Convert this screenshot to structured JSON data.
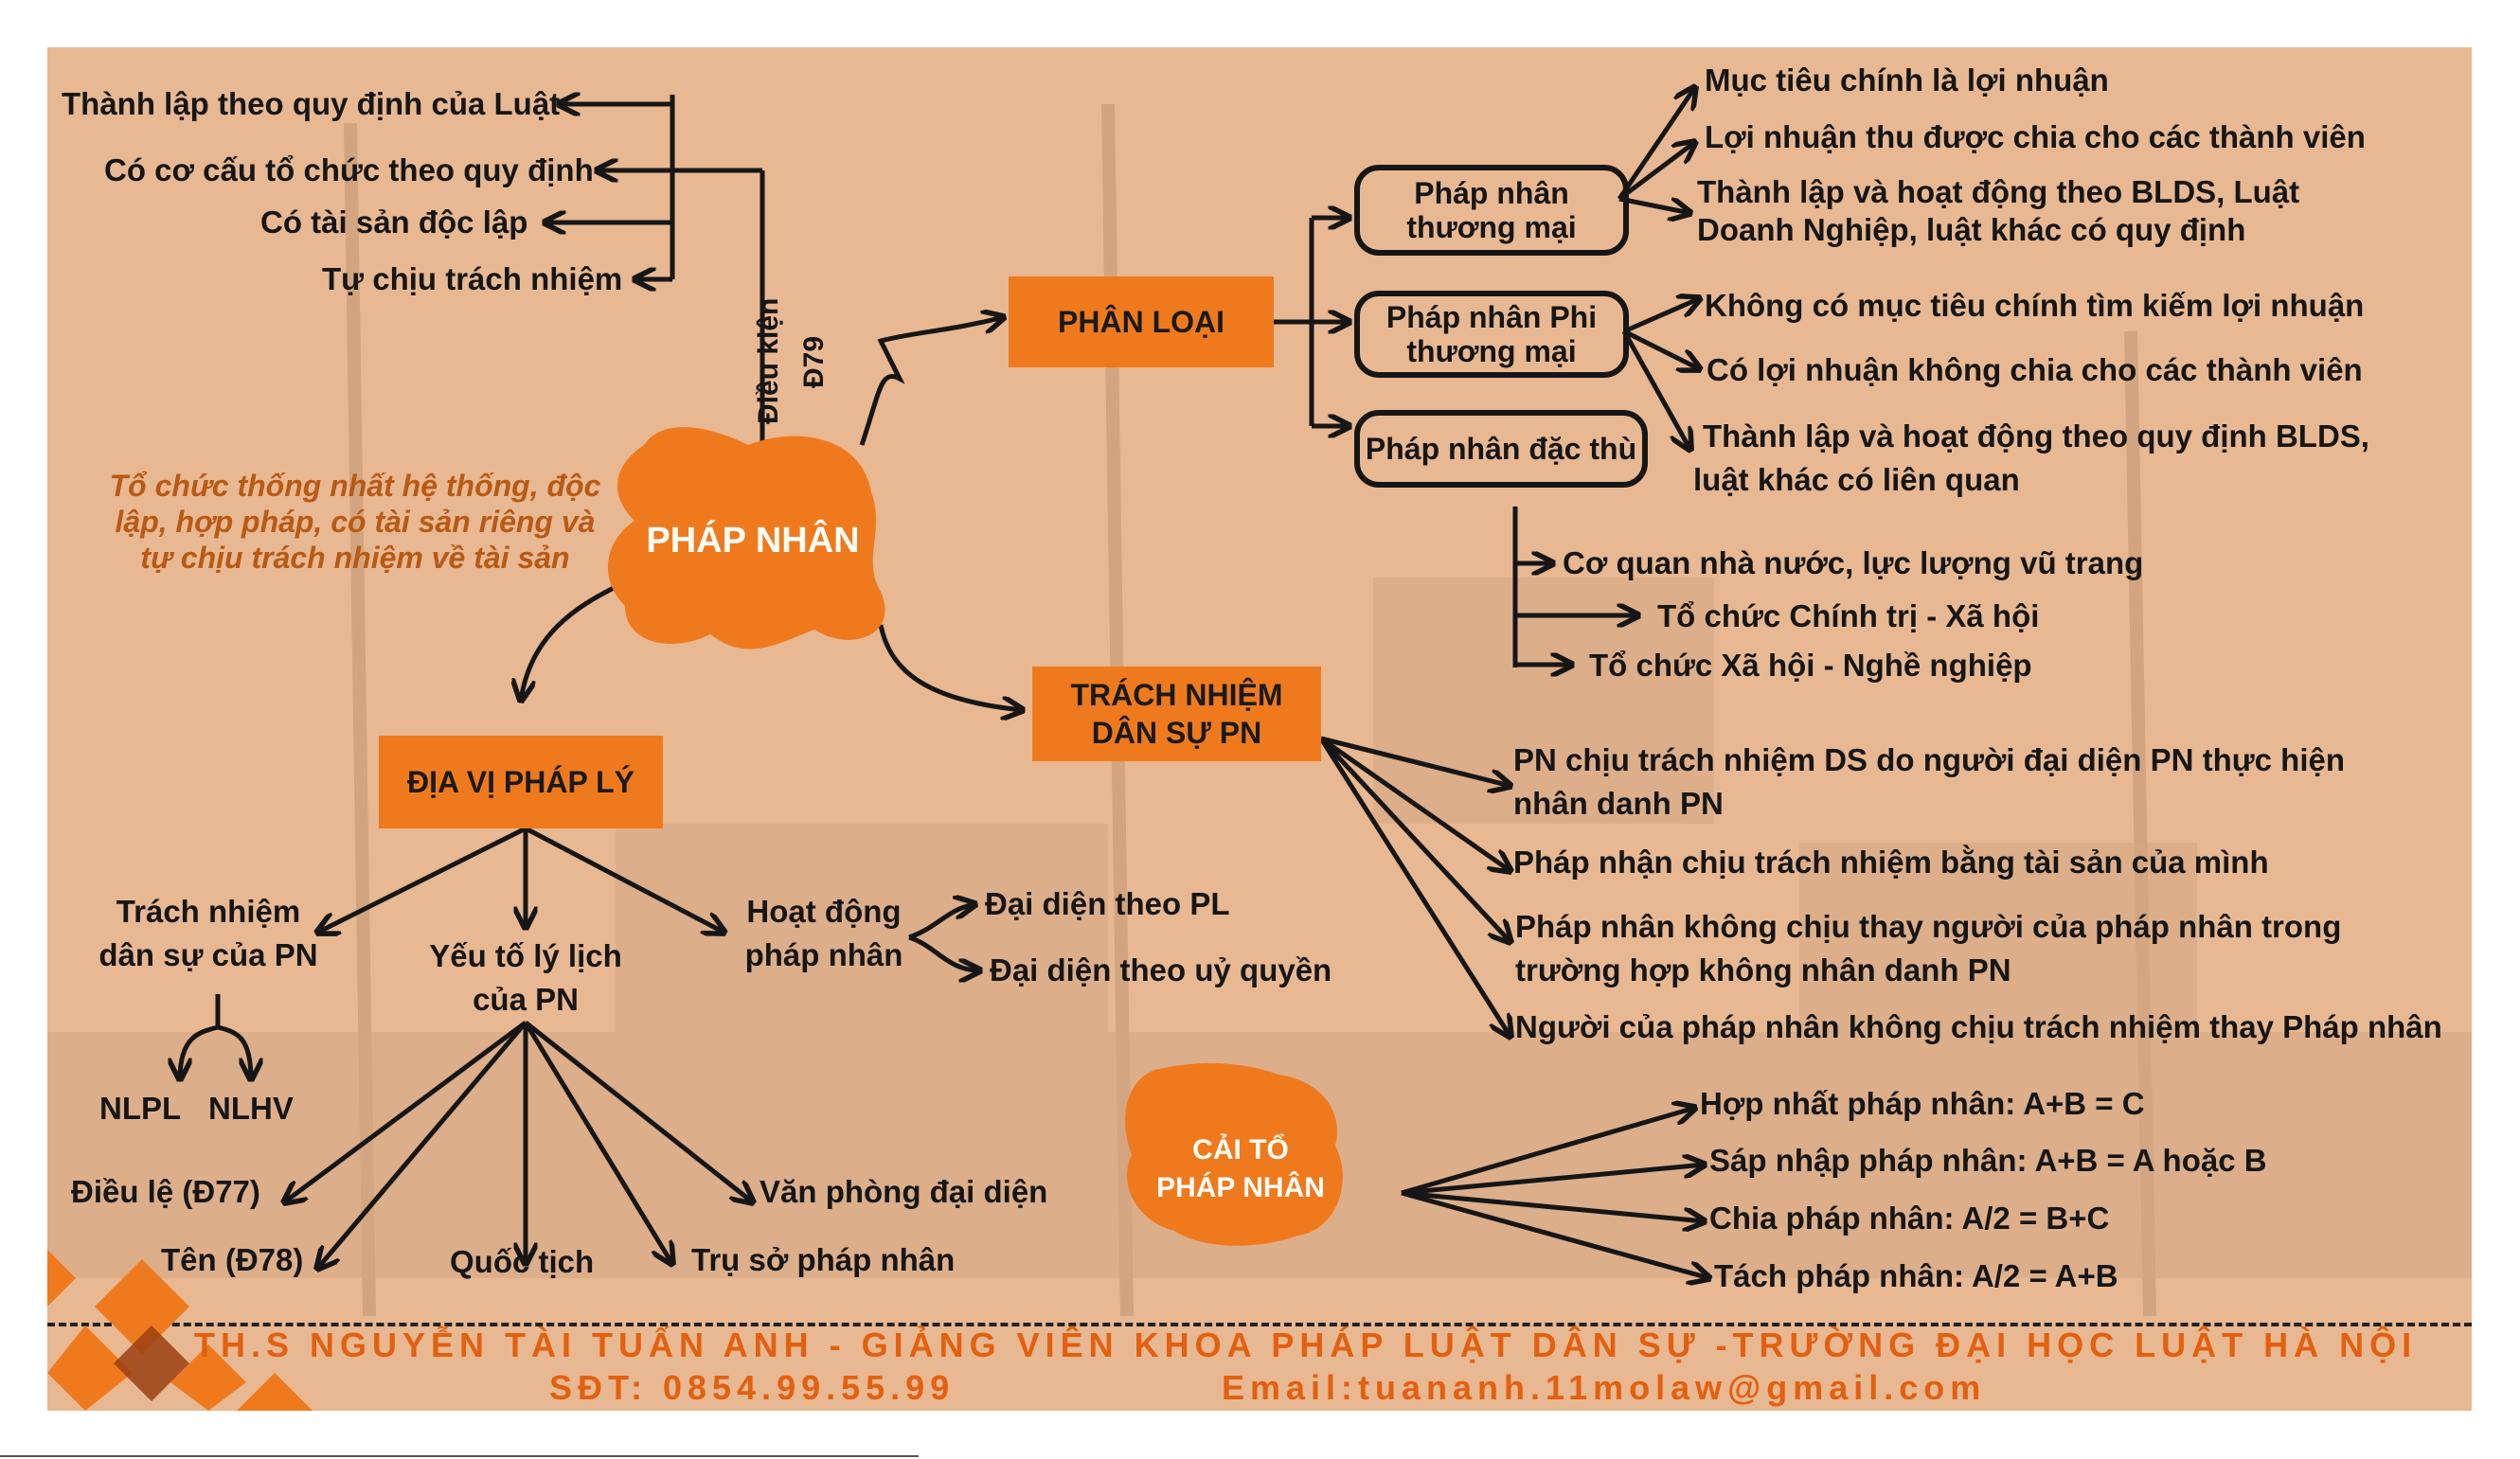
{
  "center": {
    "label": "PHÁP NHÂN"
  },
  "definition": [
    "Tổ chức thống nhất hệ thống, độc",
    "lập, hợp pháp, có tài sản riêng và",
    "tự chịu trách nhiệm về tài sản"
  ],
  "conditions": {
    "label_line1": "Điều kiện",
    "label_line2": "Đ79",
    "items": [
      "Thành lập theo quy định của Luật",
      "Có cơ cấu tổ chức theo quy định",
      "Có tài sản độc lập",
      "Tự chịu trách nhiệm"
    ]
  },
  "phan_loai": {
    "label": "PHÂN LOẠI",
    "types": [
      {
        "name_lines": [
          "Pháp nhân",
          "thương mại"
        ],
        "traits": [
          "Mục tiêu chính là lợi nhuận",
          "Lợi nhuận thu được chia cho các thành viên",
          "Thành lập và hoạt động theo BLDS, Luật",
          "Doanh Nghiệp, luật khác có quy định"
        ]
      },
      {
        "name_lines": [
          "Pháp nhân Phi",
          "thương mại"
        ],
        "traits": [
          "Không có mục tiêu chính tìm kiếm lợi nhuận",
          "Có lợi nhuận không chia cho các thành viên",
          "Thành lập và hoạt động theo quy định BLDS,",
          "luật khác có liên quan"
        ]
      },
      {
        "name_lines": [
          "Pháp nhân đặc thù"
        ],
        "traits": [
          "Cơ quan nhà nước, lực lượng vũ trang",
          "Tổ chức Chính trị - Xã hội",
          "Tổ chức Xã hội - Nghề nghiệp"
        ]
      }
    ]
  },
  "trach_nhiem": {
    "label_lines": [
      "TRÁCH NHIỆM",
      "DÂN SỰ PN"
    ],
    "items": [
      "PN chịu trách nhiệm DS do người đại diện PN thực hiện",
      "nhân danh PN",
      "Pháp nhận chịu trách nhiệm bằng tài sản của mình",
      "Pháp nhân không chịu thay người của pháp nhân trong",
      "trường hợp không nhân danh PN",
      "Người của pháp nhân không chịu trách nhiệm thay Pháp nhân"
    ]
  },
  "dia_vi": {
    "label": "ĐỊA VỊ PHÁP LÝ",
    "trach_nhiem_ds": {
      "lines": [
        "Trách nhiệm",
        "dân sự của PN"
      ],
      "children": [
        "NLPL",
        "NLHV"
      ]
    },
    "ly_lich": {
      "lines": [
        "Yếu tố lý lịch",
        "của PN"
      ],
      "children": [
        "Điều lệ (Đ77)",
        "Tên (Đ78)",
        "Quốc tịch",
        "Trụ sở pháp nhân",
        "Văn phòng đại diện"
      ]
    },
    "hoat_dong": {
      "lines": [
        "Hoạt động",
        "pháp nhân"
      ],
      "children": [
        "Đại diện theo PL",
        "Đại diện theo uỷ quyền"
      ]
    }
  },
  "cai_to": {
    "label_lines": [
      "CẢI TỔ",
      "PHÁP NHÂN"
    ],
    "items": [
      "Hợp nhất pháp nhân: A+B = C",
      "Sáp nhập pháp nhân: A+B = A hoặc B",
      "Chia pháp nhân: A/2 = B+C",
      "Tách pháp nhân: A/2 = A+B"
    ]
  },
  "footer": {
    "author": "TH.S NGUYỄN TÀI TUẤN ANH - GIẢNG VIÊN KHOA PHÁP LUẬT DÂN SỰ -TRƯỜNG ĐẠI HỌC LUẬT HÀ NỘI",
    "phone": "SĐT: 0854.99.55.99",
    "email": "Email:tuananh.11molaw@gmail.com"
  },
  "colors": {
    "background": "#e8b892",
    "accent": "#ef7a1e",
    "text": "#161616",
    "footer": "#e2600f",
    "definition": "#b85a15"
  }
}
